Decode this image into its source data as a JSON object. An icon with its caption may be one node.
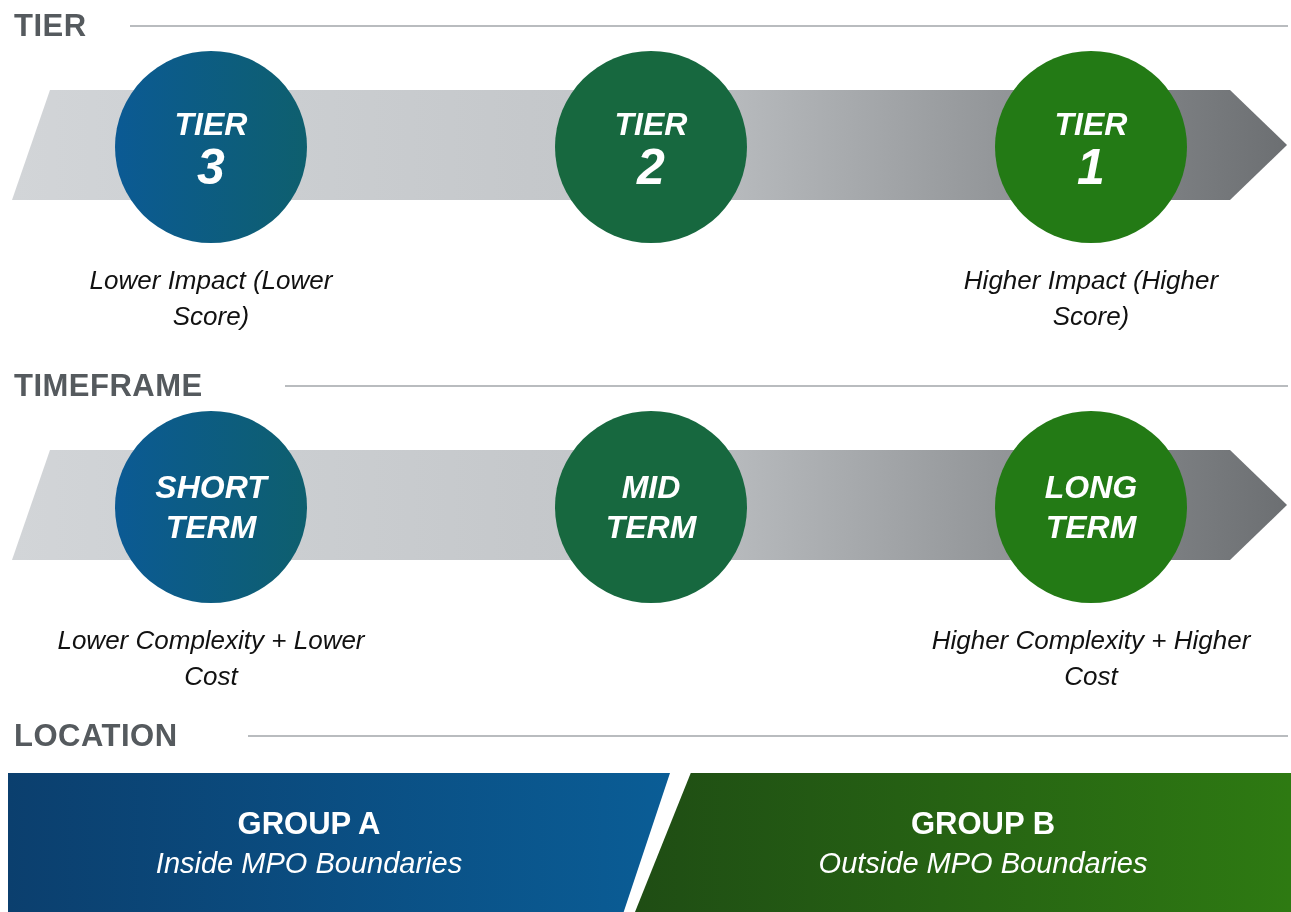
{
  "diagram": {
    "nodes": [
      {
        "text": [
          "TIER 3"
        ],
        "beside": [
          "Lower Impact (Lower Score)"
        ]
      },
      {
        "text": [
          "TIER 2"
        ]
      },
      {
        "text": [
          "TIER 1"
        ],
        "beside": [
          "Higher Impact (Higher Score)"
        ]
      },
      {
        "text": [
          "SHORT TERM"
        ],
        "beside": [
          "Lower Complexity + Lower Cost"
        ]
      },
      {
        "text": [
          "MID TERM"
        ]
      },
      {
        "text": [
          "LONG TERM"
        ],
        "beside": [
          "Higher Complexity + Higher Cost"
        ]
      },
      {
        "text": [
          "GROUP A",
          "Inside MPO Boundaries"
        ]
      },
      {
        "text": [
          "GROUP B",
          "Outside MPO Boundaries"
        ]
      }
    ],
    "labels": [
      "TIER",
      "TIMEFRAME",
      "LOCATION"
    ]
  }
}
